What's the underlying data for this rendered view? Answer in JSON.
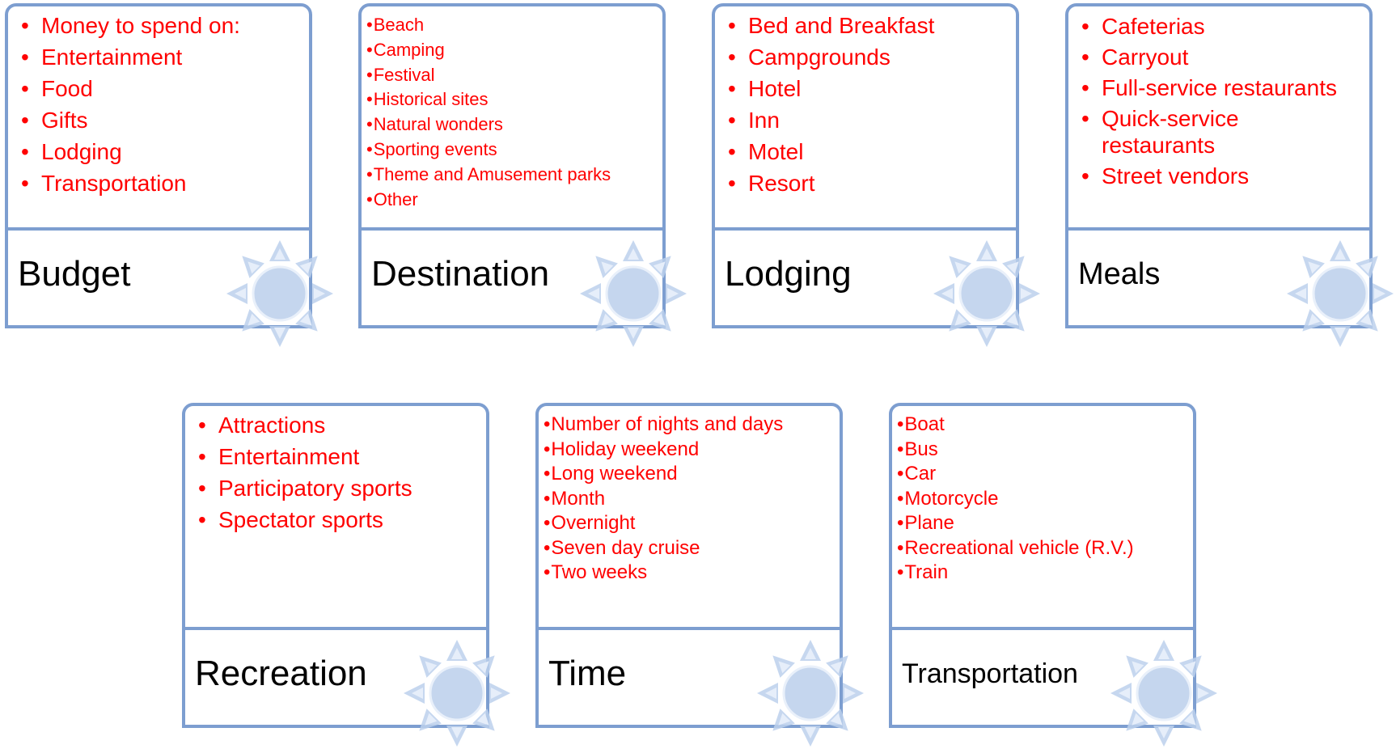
{
  "colors": {
    "border": "#7d9ed0",
    "item_text": "#ff0000",
    "title_text": "#000000",
    "sun_fill": "#c5d6ee",
    "sun_ray": "#bcd0ec"
  },
  "bullet": "•",
  "cards": [
    {
      "title": "Budget",
      "sun_icon": "sun-icon",
      "items": [
        "Money to spend on:",
        "Entertainment",
        "Food",
        "Gifts",
        "Lodging",
        "Transportation"
      ]
    },
    {
      "title": "Destination",
      "sun_icon": "sun-icon",
      "items": [
        "Beach",
        "Camping",
        "Festival",
        "Historical sites",
        "Natural wonders",
        "Sporting events",
        "Theme and Amusement parks",
        "Other"
      ]
    },
    {
      "title": "Lodging",
      "sun_icon": "sun-icon",
      "items": [
        "Bed and Breakfast",
        "Campgrounds",
        "Hotel",
        "Inn",
        "Motel",
        "Resort"
      ]
    },
    {
      "title": "Meals",
      "sun_icon": "sun-icon",
      "items": [
        "Cafeterias",
        "Carryout",
        "Full-service restaurants",
        "Quick-service restaurants",
        "Street vendors"
      ]
    },
    {
      "title": "Recreation",
      "sun_icon": "sun-icon",
      "items": [
        "Attractions",
        "Entertainment",
        "Participatory sports",
        "Spectator sports"
      ]
    },
    {
      "title": "Time",
      "sun_icon": "sun-icon",
      "items": [
        "Number of nights and days",
        "Holiday weekend",
        "Long weekend",
        "Month",
        "Overnight",
        "Seven day cruise",
        "Two weeks"
      ]
    },
    {
      "title": "Transportation",
      "sun_icon": "sun-icon",
      "items": [
        "Boat",
        "Bus",
        "Car",
        "Motorcycle",
        "Plane",
        "Recreational vehicle (R.V.)",
        "Train"
      ]
    }
  ]
}
